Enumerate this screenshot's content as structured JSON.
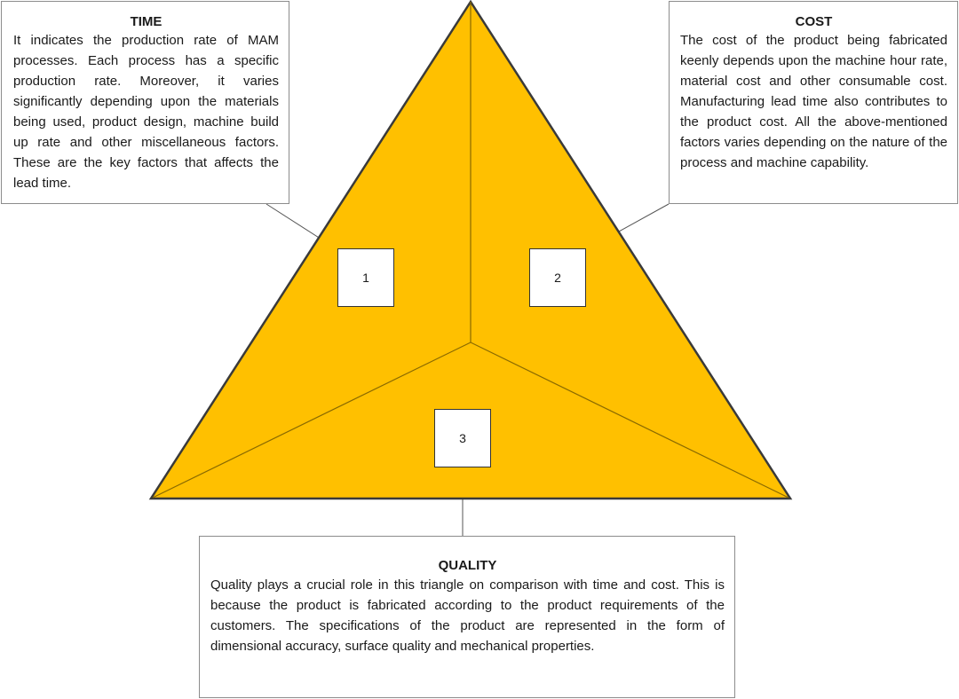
{
  "diagram": {
    "fill_color": "#FFC000",
    "outline_color": "#3a3a3a",
    "sections": [
      {
        "number": "1"
      },
      {
        "number": "2"
      },
      {
        "number": "3"
      }
    ]
  },
  "callouts": {
    "time": {
      "title": "TIME",
      "body": "It indicates the production rate of MAM processes. Each process has a specific production rate. Moreover, it varies significantly depending upon the materials being used, product design, machine build up rate and other miscellaneous factors. These are the key factors that affects the lead time."
    },
    "cost": {
      "title": "COST",
      "body": "The cost of the product being fabricated keenly depends upon the machine hour rate, material cost and other consumable cost. Manufacturing lead time also contributes to the product cost. All the above-mentioned factors varies depending on the nature of the process and machine capability."
    },
    "quality": {
      "title": "QUALITY",
      "body": "Quality plays a crucial role in this triangle on comparison with time and cost. This is because the product is fabricated according to the product requirements of the customers. The specifications of the product are represented in the form of dimensional accuracy, surface quality and mechanical properties."
    }
  }
}
